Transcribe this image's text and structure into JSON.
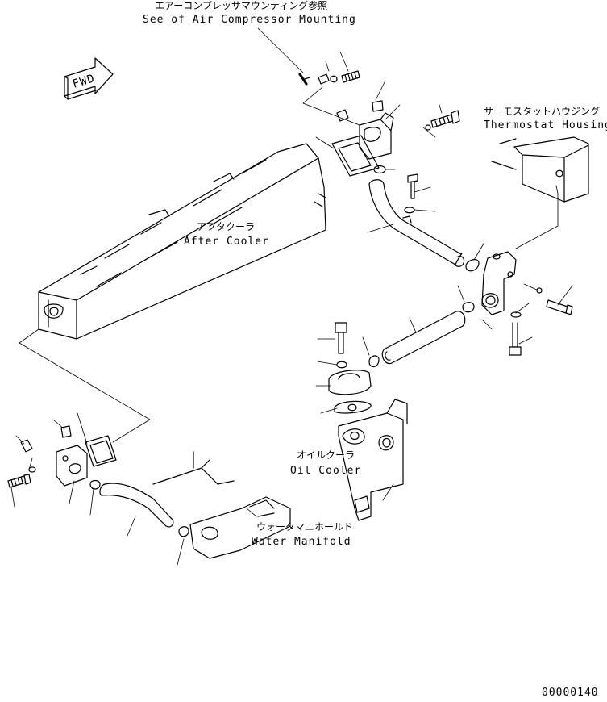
{
  "labels": {
    "air_compressor_jp": "エアーコンプレッサマウンティング参照",
    "air_compressor_en": "See of Air Compressor Mounting",
    "thermostat_jp": "サーモスタットハウジング",
    "thermostat_en": "Thermostat Housing",
    "after_cooler_jp": "アフタクーラ",
    "after_cooler_en": "After Cooler",
    "oil_cooler_jp": "オイルクーラ",
    "oil_cooler_en": "Oil Cooler",
    "water_manifold_jp": "ウォータマニホールド",
    "water_manifold_en": "Water Manifold",
    "fwd": "FWD",
    "drawing_number": "00000140"
  }
}
